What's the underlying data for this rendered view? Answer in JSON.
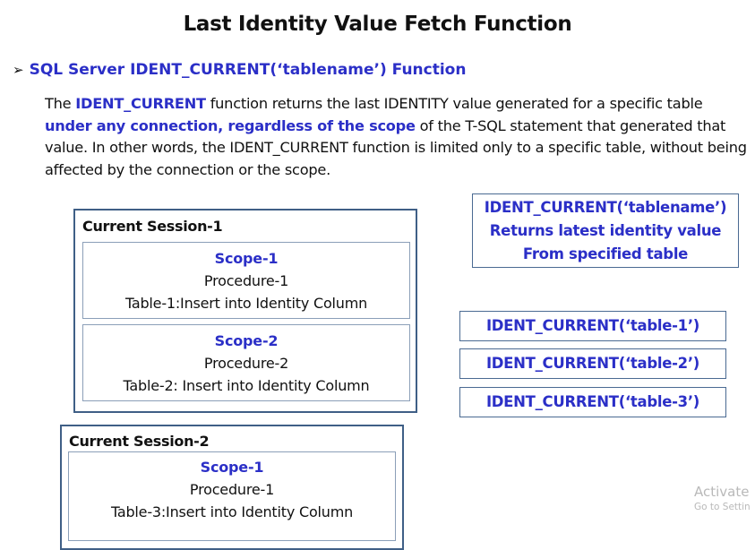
{
  "title": "Last Identity Value Fetch Function",
  "bullet": "SQL Server IDENT_CURRENT(‘tablename’) Function",
  "paragraph": {
    "p1": "The ",
    "hl1": "IDENT_CURRENT",
    "p2": " function returns the last IDENTITY value generated for a specific table ",
    "hl2": "under any connection, regardless of the scope",
    "p3": " of the T-SQL statement that generated that value. In other words, the IDENT_CURRENT function is limited only to a specific table, without being affected by the connection or the scope."
  },
  "session1": {
    "title": "Current Session-1",
    "scopes": [
      {
        "name": "Scope-1",
        "procedure": "Procedure-1",
        "table": "Table-1:Insert into Identity Column"
      },
      {
        "name": "Scope-2",
        "procedure": "Procedure-2",
        "table": "Table-2: Insert into Identity Column"
      }
    ]
  },
  "session2": {
    "title": "Current Session-2",
    "scopes": [
      {
        "name": "Scope-1",
        "procedure": "Procedure-1",
        "table": "Table-3:Insert into Identity Column"
      }
    ]
  },
  "info_box": {
    "line1": "IDENT_CURRENT(‘tablename’)",
    "line2": "Returns latest identity value",
    "line3": "From specified table"
  },
  "ident_boxes": [
    "IDENT_CURRENT(‘table-1’)",
    "IDENT_CURRENT(‘table-2’)",
    "IDENT_CURRENT(‘table-3’)"
  ],
  "watermark": {
    "line1": "Activate",
    "line2": "Go to Settin"
  },
  "colors": {
    "highlight": "#2b2fc7",
    "box_border": "#3f5f86"
  }
}
